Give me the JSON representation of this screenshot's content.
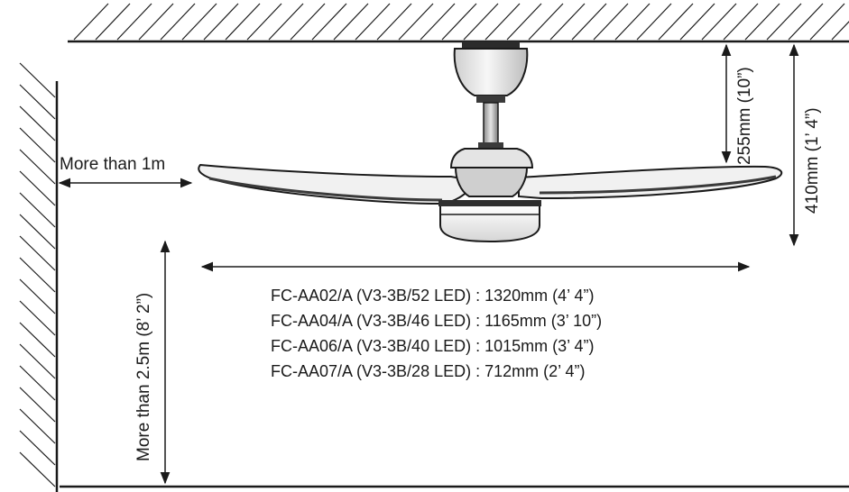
{
  "labels": {
    "wall_clearance": "More than 1m",
    "floor_clearance": "More than 2.5m (8’ 2”)",
    "downrod_length": "255mm (10”)",
    "overall_height": "410mm (1’ 4”)"
  },
  "models": [
    "FC-AA02/A (V3-3B/52 LED) : 1320mm (4’ 4”)",
    "FC-AA04/A (V3-3B/46 LED) : 1165mm (3’ 10”)",
    "FC-AA06/A (V3-3B/40 LED) : 1015mm (3’ 4”)",
    "FC-AA07/A (V3-3B/28 LED) : 712mm (2’ 4”)"
  ],
  "colors": {
    "line": "#1a1a1a",
    "fan_light": "#f2f2f2",
    "fan_mid": "#d9d9d9",
    "fan_dark": "#3a3a3a"
  }
}
